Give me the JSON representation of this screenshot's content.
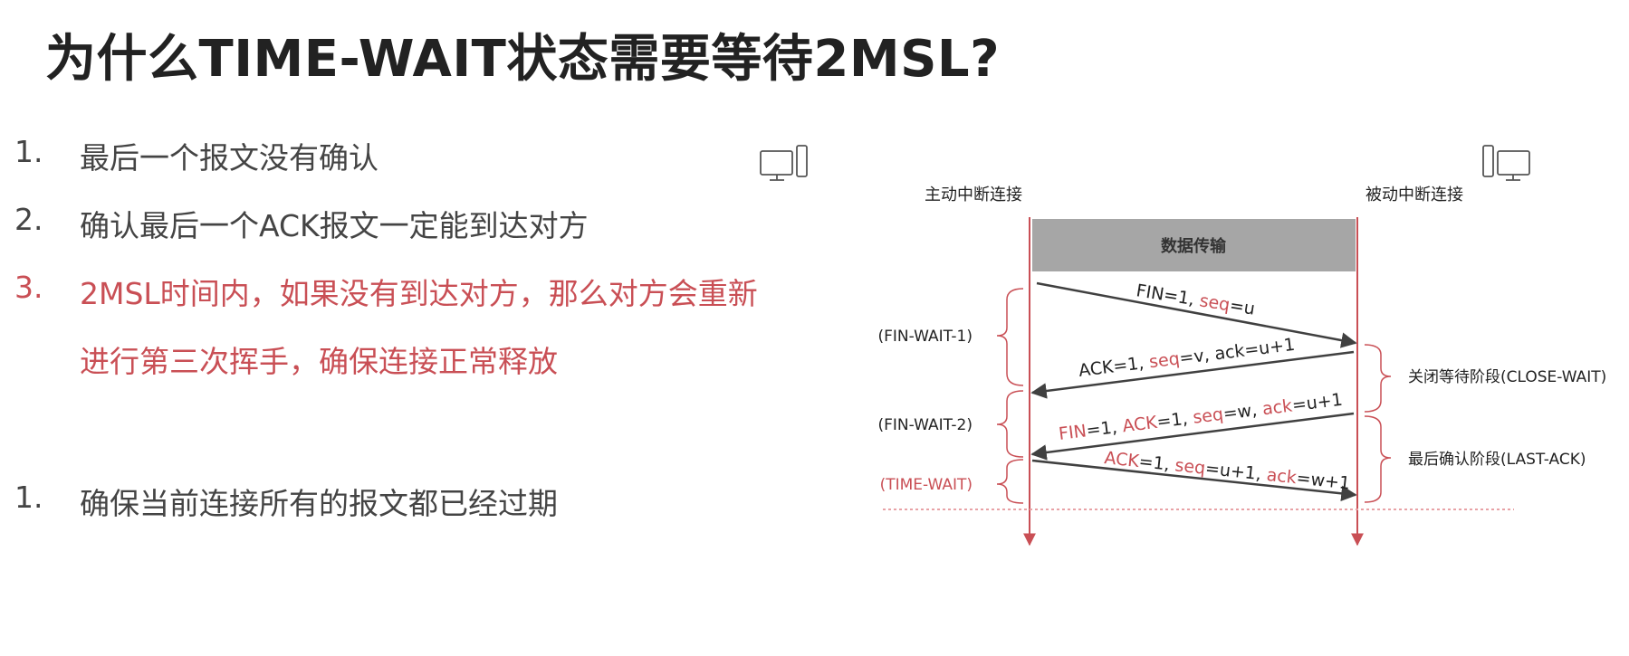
{
  "title": "为什么TIME-WAIT状态需要等待2MSL?",
  "list1": [
    {
      "num": "1.",
      "text": "最后一个报文没有确认",
      "highlight": false
    },
    {
      "num": "2.",
      "text": "确认最后一个ACK报文一定能到达对方",
      "highlight": false
    },
    {
      "num": "3.",
      "text": "2MSL时间内，如果没有到达对方，那么对方会重新",
      "text2": "进行第三次挥手，确保连接正常释放",
      "highlight": true
    }
  ],
  "list2": [
    {
      "num": "1.",
      "text": "确保当前连接所有的报文都已经过期"
    }
  ],
  "diagram": {
    "active_label": "主动中断连接",
    "passive_label": "被动中断连接",
    "data_transfer": "数据传输",
    "left_states": [
      "(FIN-WAIT-1)",
      "(FIN-WAIT-2)",
      "(TIME-WAIT)"
    ],
    "right_states": [
      "关闭等待阶段(CLOSE-WAIT)",
      "最后确认阶段(LAST-ACK)"
    ],
    "messages": {
      "m1": [
        "FIN",
        "=1, ",
        "seq",
        "=u"
      ],
      "m2": [
        "ACK=1, ",
        "seq",
        "=v, ack=u+1"
      ],
      "m3": [
        "FIN",
        "=1, ",
        "ACK",
        "=1, ",
        "seq",
        "=w, ",
        "ack",
        "=u+1"
      ],
      "m4": [
        "ACK",
        "=1, ",
        "seq",
        "=u+1, ",
        "ack",
        "=w+1"
      ]
    },
    "icons": [
      "computer-icon",
      "computer-icon"
    ]
  },
  "colors": {
    "accent": "#c94f55",
    "text": "#444444",
    "title": "#222222",
    "band": "#a6a6a6"
  }
}
